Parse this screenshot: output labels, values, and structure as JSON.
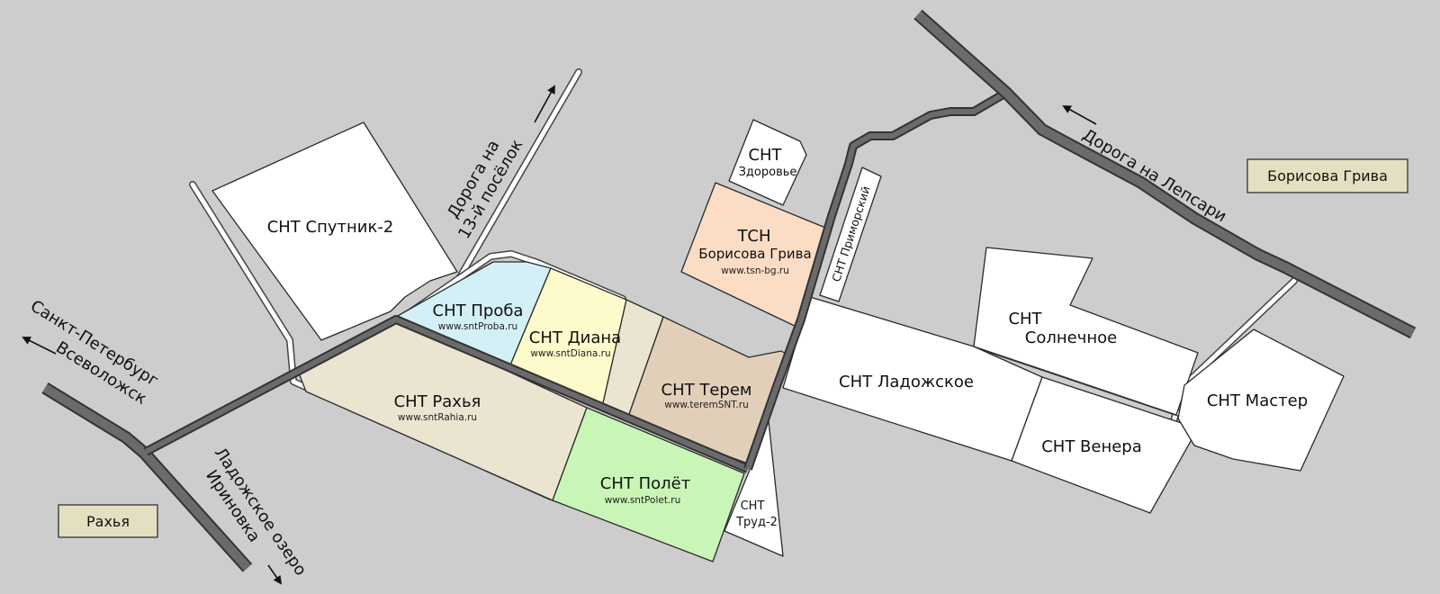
{
  "colors": {
    "background": "#cdcdcd",
    "major_road": "#6b6b6b",
    "minor_road": "#ffffff",
    "plot_white": "#ffffff",
    "plot_rakhya": "#ebe4d1",
    "plot_proba": "#d3f0f7",
    "plot_diana": "#fdfbcb",
    "plot_terem": "#e2cfb9",
    "plot_polet": "#c9f6b7",
    "plot_borisova": "#fbdcc4",
    "place_box": "#e3e0c1"
  },
  "plots": {
    "sputnik": {
      "name": "СНТ Спутник-2"
    },
    "proba": {
      "name": "СНТ Проба",
      "url": "www.sntProba.ru"
    },
    "diana": {
      "name": "СНТ Диана",
      "url": "www.sntDiana.ru"
    },
    "rakhya": {
      "name": "СНТ Рахья",
      "url": "www.sntRahia.ru"
    },
    "terem": {
      "name": "СНТ Терем",
      "url": "www.teremSNT.ru"
    },
    "polet": {
      "name": "СНТ Полёт",
      "url": "www.sntPolet.ru"
    },
    "trud": {
      "line1": "СНТ",
      "line2": "Труд-2"
    },
    "zdorovie": {
      "line1": "СНТ",
      "line2": "Здоровье"
    },
    "borisova": {
      "line1": "ТСН",
      "line2": "Борисова Грива",
      "url": "www.tsn-bg.ru"
    },
    "ladozhskoe": {
      "name": "СНТ Ладожское"
    },
    "solnechnoe": {
      "line1": "СНТ",
      "line2": "Солнечное"
    },
    "venera": {
      "name": "СНТ Венера"
    },
    "master": {
      "name": "СНТ Мастер"
    }
  },
  "roads": {
    "to_13": {
      "line1": "Дорога на",
      "line2": "13-й посёлок"
    },
    "spb": {
      "line1": "Санкт-Петербург",
      "line2": "Всеволожск"
    },
    "ladoga": {
      "line1": "Ладожское озеро",
      "line2": "Ириновка"
    },
    "lepsari": {
      "label": "Дорога на Лепсари"
    },
    "primorsky": {
      "label": "СНТ Приморский"
    }
  },
  "places": {
    "rakhya": "Рахья",
    "borisova": "Борисова Грива"
  }
}
